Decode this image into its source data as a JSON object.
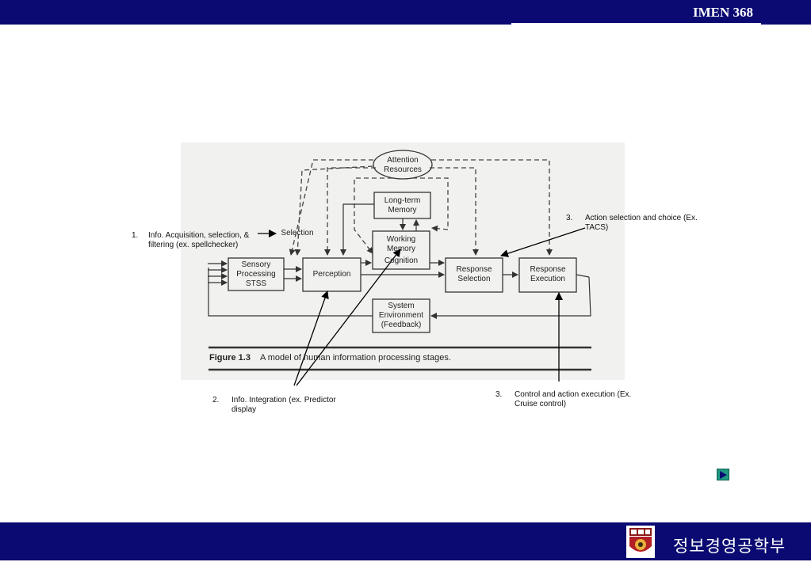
{
  "header": {
    "course": "IMEN 368"
  },
  "footer": {
    "department": "정보경영공학부"
  },
  "figure": {
    "boxes": {
      "attention": [
        "Attention",
        "Resources"
      ],
      "long_term": [
        "Long-term",
        "Memory"
      ],
      "working": [
        "Working",
        "Memory"
      ],
      "cognition": "Cognition",
      "selection": "Selection",
      "sensory": [
        "Sensory",
        "Processing",
        "STSS"
      ],
      "perception": "Perception",
      "response_selection": [
        "Response",
        "Selection"
      ],
      "response_execution": [
        "Response",
        "Execution"
      ],
      "system": [
        "System",
        "Environment",
        "(Feedback)"
      ]
    },
    "caption_number": "Figure 1.3",
    "caption_text": "A model of human information processing stages."
  },
  "annotations": [
    {
      "num": "1.",
      "line1": "Info. Acquisition, selection, &",
      "line2": "filtering  (ex. spellchecker)"
    },
    {
      "num": "2.",
      "line1": "Info. Integration (ex. Predictor",
      "line2": "display"
    },
    {
      "num": "3.",
      "line1": "Action selection and choice (Ex.",
      "line2": "TACS)"
    },
    {
      "num": "3.",
      "line1": "Control and action execution (Ex.",
      "line2": "Cruise control)"
    }
  ],
  "icons": {
    "next": "play-next-icon",
    "logo": "university-crest-icon"
  }
}
